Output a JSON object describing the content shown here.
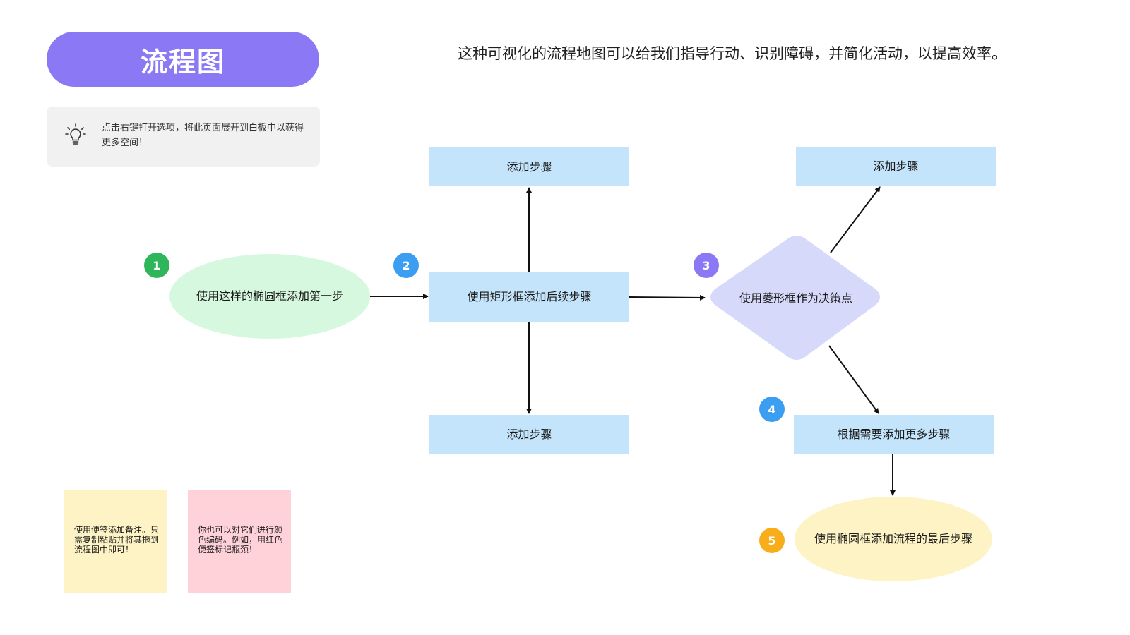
{
  "title": "流程图",
  "subtitle": "这种可视化的流程地图可以给我们指导行动、识别障碍，并简化活动，以提高效率。",
  "tip": {
    "icon": "lightbulb-icon",
    "text": "点击右键打开选项，将此页面展开到白板中以获得更多空间！"
  },
  "nodes": {
    "start_oval": "使用这样的椭圆框添加第一步",
    "main_rect": "使用矩形框添加后续步骤",
    "up_rect": "添加步骤",
    "down_rect": "添加步骤",
    "decision": "使用菱形框作为决策点",
    "right_up_rect": "添加步骤",
    "more_rect": "根据需要添加更多步骤",
    "end_oval": "使用椭圆框添加流程的最后步骤"
  },
  "badges": [
    "1",
    "2",
    "3",
    "4",
    "5"
  ],
  "stickies": {
    "yellow": "使用便签添加备注。只需复制粘贴并将其拖到流程图中即可！",
    "pink": "你也可以对它们进行颜色编码。例如，用红色便签标记瓶颈！"
  },
  "colors": {
    "title_pill": "#8b78f5",
    "start_oval": "#d6f8de",
    "rect": "#c4e4fb",
    "decision": "#d7d9fb",
    "end_oval": "#fdf3c4",
    "badge_green": "#2fb65a",
    "badge_blue": "#3b9ef0",
    "badge_purple": "#8b78f5",
    "badge_orange": "#f8ae1b",
    "sticky_yellow": "#fdf3c4",
    "sticky_pink": "#ffd2d9"
  }
}
